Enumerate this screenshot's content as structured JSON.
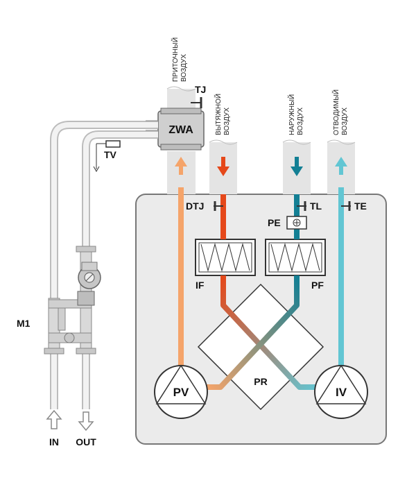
{
  "duct_labels": {
    "supply": [
      "ПРИТОЧНЫЙ",
      "ВОЗДУХ"
    ],
    "extract": [
      "ВЫТЯЖНОЙ",
      "ВОЗДУХ"
    ],
    "outdoor": [
      "НАРУЖНЫЙ",
      "ВОЗДУХ"
    ],
    "exhaust": [
      "ОТВОДИМЫЙ",
      "ВОЗДУХ"
    ]
  },
  "components": {
    "zwa": "ZWA",
    "tj": "TJ",
    "tv": "TV",
    "dtj": "DTJ",
    "tl": "TL",
    "te": "TE",
    "pe": "PE",
    "if": "IF",
    "pf": "PF",
    "pr": "PR",
    "pv": "PV",
    "iv": "IV",
    "m1": "M1"
  },
  "pipes": {
    "in": "IN",
    "out": "OUT"
  },
  "colors": {
    "supply": "#f5a46a",
    "extract": "#e5481a",
    "outdoor": "#137f94",
    "exhaust": "#62c6d3",
    "unit_bg": "#ebebeb",
    "unit_border": "#777777",
    "duct": "#e4e4e4"
  }
}
